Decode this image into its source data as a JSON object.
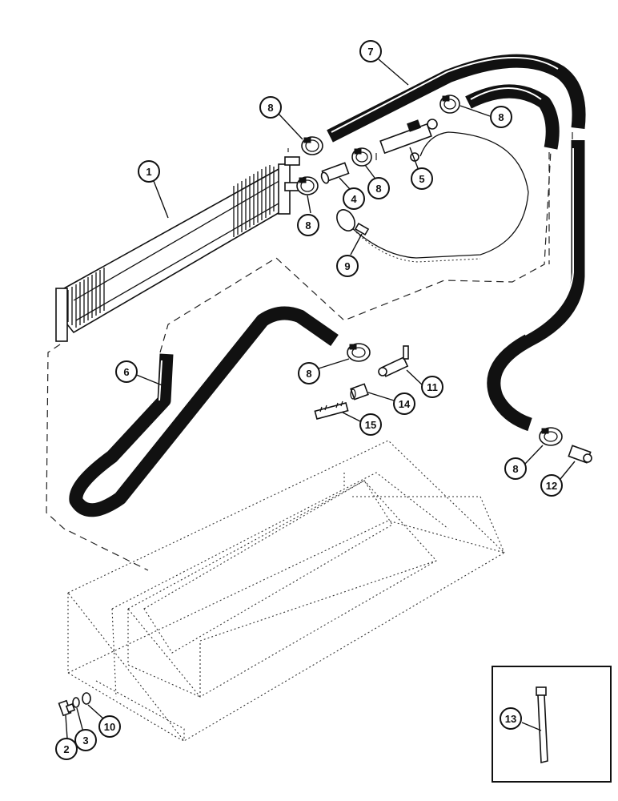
{
  "callouts": {
    "c1": "1",
    "c2": "2",
    "c3": "3",
    "c4": "4",
    "c5": "5",
    "c6": "6",
    "c7": "7",
    "c8a": "8",
    "c8b": "8",
    "c8c": "8",
    "c8d": "8",
    "c8e": "8",
    "c8f": "8",
    "c9": "9",
    "c10": "10",
    "c11": "11",
    "c12": "12",
    "c13": "13",
    "c14": "14",
    "c15": "15"
  }
}
